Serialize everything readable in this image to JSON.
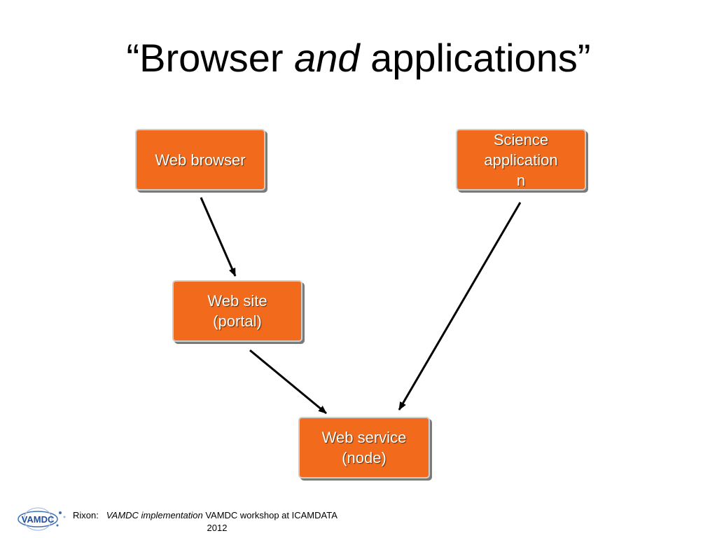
{
  "title": {
    "prefix": "“Browser ",
    "emphasis": "and",
    "suffix": " applications”"
  },
  "nodes": {
    "web_browser": "Web browser",
    "science_app": "Science\napplication\nn",
    "web_site": "Web site\n(portal)",
    "web_service": "Web service\n(node)"
  },
  "footer": {
    "author": "Rixon:",
    "talk_title": "VAMDC implementation",
    "event": "VAMDC workshop at ICAMDATA",
    "year": "2012",
    "logo_text": "VAMDC"
  },
  "colors": {
    "box_fill": "#f26b1d",
    "box_text": "#ffffff",
    "arrow": "#000000"
  }
}
